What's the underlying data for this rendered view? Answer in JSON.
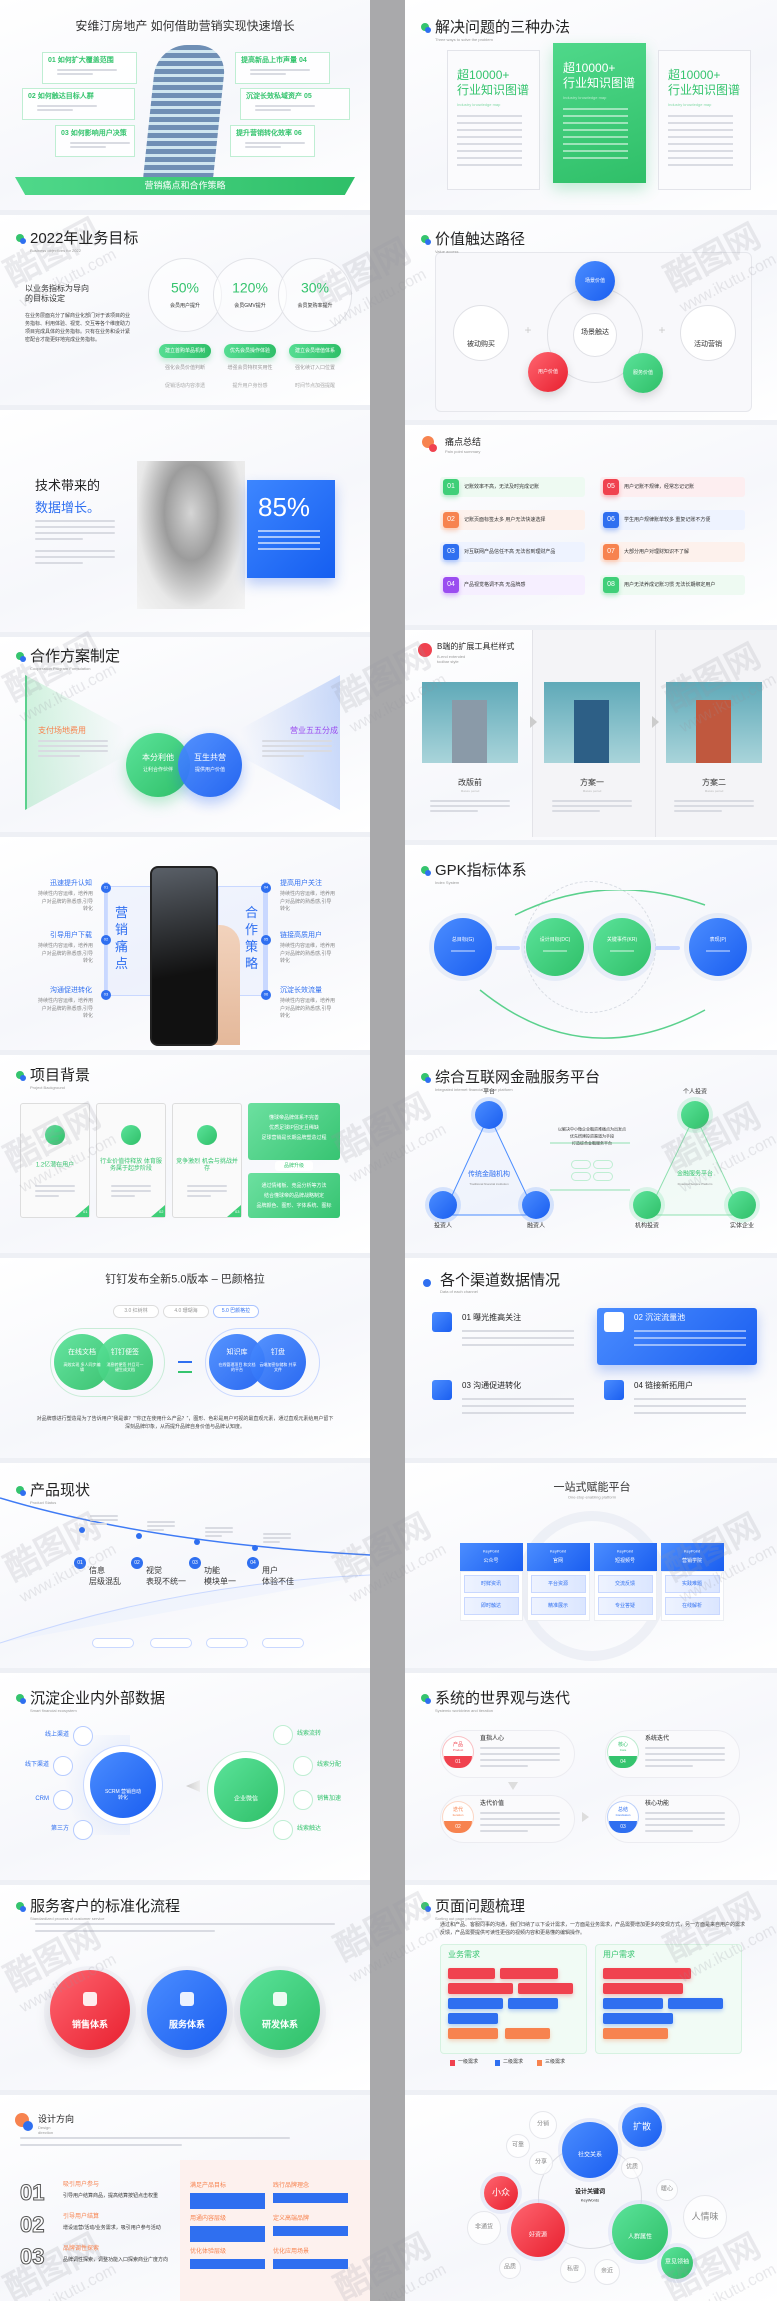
{
  "colors": {
    "green": "#35c46e",
    "blue": "#2f6ff0",
    "red": "#f0424f",
    "orange": "#f7834f",
    "purple": "#9b4df0",
    "divider": "#a9a9ab"
  },
  "watermark": {
    "brand": "酷图网",
    "url": "www.ikutu.com"
  },
  "s1": {
    "title": "安维汀房地产 如何借助营销实现快速增长",
    "items": [
      "01 如何扩大覆盖范围",
      "02 如何触达目标人群",
      "03 如何影响用户决策",
      "提高新品上市声量 04",
      "沉淀长效私域资产 05",
      "提升营销转化效率 06"
    ],
    "banner": "营销痛点和合作策略"
  },
  "s2": {
    "title": "2022年业务目标",
    "subtitle": "Business objectives for 2022",
    "lead": "以业务指标为导向的目标设定",
    "paragraph": "在业务层面充分了解商业化部门对于该项目的业务指标、利用体验、视觉、交互等各个维度助力项目完成具体的业务指标。只有在业务和设计紧密配合才能更好地完成业务指标。",
    "metrics": [
      {
        "value": "50%",
        "label": "会员用户提升",
        "action": "建立首购单品机制",
        "r1": "强化会员价值判断",
        "r2": "促销活动内容渗透"
      },
      {
        "value": "120%",
        "label": "会员GMV提升",
        "action": "优先会员操作体验",
        "r1": "增强会员特权实用性",
        "r2": "提升用户身份感"
      },
      {
        "value": "30%",
        "label": "会员复购率提升",
        "action": "建立会员增值体系",
        "r1": "强化续订入口位置",
        "r2": "时间节点加强提醒"
      }
    ]
  },
  "s3": {
    "title1": "技术带来的",
    "title2": "数据增长。",
    "stat": "85%"
  },
  "s4": {
    "title": "合作方案制定",
    "subtitle": "Cooperation Program Formulation",
    "left": "支付场地费用",
    "right": "营业五五分成",
    "c1": {
      "title": "本分利他",
      "text": "让利合作伙伴"
    },
    "c2": {
      "title": "互生共营",
      "text": "提供用户价值"
    }
  },
  "s5": {
    "left_vertical": "营销痛点",
    "right_vertical": "合作策略",
    "left": [
      "迅速提升认知",
      "引导用户下载",
      "沟通促进转化"
    ],
    "right": [
      "提高用户关注",
      "链接高质用户",
      "沉淀长效流量"
    ],
    "nums": [
      "01",
      "02",
      "03",
      "04",
      "05",
      "06"
    ],
    "desc": "持续性内容运维，培养用户对品牌的熟悉感,引导转化"
  },
  "s6": {
    "title": "项目背景",
    "subtitle": "Project Background",
    "cards": [
      "1.2亿潜在用户",
      "行业价值待释放 体育服务属于起步阶段",
      "竞争激烈 机会与挑战并存"
    ],
    "green_top": [
      "懂球帝品牌体系不完善",
      "优质足球IP固定且稀缺",
      "足球营销是长期品牌塑造过程"
    ],
    "tab": "品牌升级",
    "green_bottom": [
      "通过情绪板、竞品分析等方法",
      "结合懂球帝的品牌战略制定",
      "品牌颜色、图形、字体系统、图标"
    ],
    "nums": [
      "01",
      "02",
      "03"
    ]
  },
  "s7": {
    "title": "钉钉发布全新5.0版本 – 巴颜格拉",
    "tabs": [
      "3.0 红树林",
      "4.0 珊瑚海",
      "5.0 巴颜格拉"
    ],
    "bubbles": [
      {
        "title": "在线文档",
        "text": "高效实现 多人同步编辑"
      },
      {
        "title": "钉钉便签",
        "text": "消息转便签 并且可一键生成文档"
      },
      {
        "title": "知识库",
        "text": "在线管理项目 和文档的平台"
      },
      {
        "title": "钉盘",
        "text": "云端加密存储和 共享文件"
      }
    ],
    "paragraph": "对品牌感进行塑造是为了告诉用户“我是谁？”“你正在使用什么产品？”，图形、色彩是用户可视的最直观元素，通过直观元素给用户留下深刻品牌印象，从而提升品牌自身价值与品牌认知度。"
  },
  "s8": {
    "title": "产品现状",
    "subtitle": "Product Status",
    "items": [
      {
        "n": "01",
        "l1": "信息",
        "l2": "层级混乱"
      },
      {
        "n": "02",
        "l1": "视觉",
        "l2": "表现不统一"
      },
      {
        "n": "03",
        "l1": "功能",
        "l2": "模块单一"
      },
      {
        "n": "04",
        "l1": "用户",
        "l2": "体验不佳"
      }
    ]
  },
  "s9": {
    "title": "沉淀企业内外部数据",
    "subtitle": "Smart financial ecosystem",
    "left_labels": [
      "线上渠道",
      "线下渠道",
      "CRM",
      "第三方"
    ],
    "hub1": "SCRM 营销自动转化",
    "hub2": "企业微信",
    "right_labels": [
      "线索流转",
      "线索分配",
      "销售加速",
      "线索触达"
    ]
  },
  "s10": {
    "title": "服务客户的标准化流程",
    "subtitle": "Standardized process of customer service",
    "circles": [
      "销售体系",
      "服务体系",
      "研发体系"
    ]
  },
  "s11": {
    "title": "设计方向",
    "subtitle": "Design direction",
    "rows": [
      {
        "n": "01",
        "t": "吸引用户参与",
        "d": "引导用户结算商品，提高结算按钮点击权重"
      },
      {
        "n": "02",
        "t": "引导用户结算",
        "d": "增设运营/活动/业务需求，吸引用户参与活动"
      },
      {
        "n": "03",
        "t": "品牌调性探索",
        "d": "品牌调性探索，调整功能入口探索商业广度方向"
      }
    ],
    "panel": [
      "满足产品目标",
      "践行品牌理念",
      "用通内容层级",
      "定义高端品牌",
      "优化体验层级",
      "优化应用场景"
    ]
  },
  "r1": {
    "title": "解决问题的三种办法",
    "subtitle": "Three ways to solve the problem",
    "card_l1": "超10000+",
    "card_l2": "行业知识图谱",
    "card_sub": "Industry knowledge map"
  },
  "r2": {
    "title": "价值触达路径",
    "subtitle": "Value access",
    "nodes": [
      "场景价值",
      "用户价值",
      "服务价值",
      "场景触达",
      "被动购买",
      "活动营销"
    ],
    "plus": "+"
  },
  "r3": {
    "title": "痛点总结",
    "subtitle": "Pain point summary",
    "items": [
      {
        "n": "01",
        "t": "记账效率不高，无法及时完成记账"
      },
      {
        "n": "02",
        "t": "记账页面标签太多 用户无法快速选择"
      },
      {
        "n": "03",
        "t": "对互联网产品信任不高 无法省到理财产品"
      },
      {
        "n": "04",
        "t": "产品视觉格调不高 无品牌感"
      },
      {
        "n": "05",
        "t": "用户记账不规律，经常忘记记账"
      },
      {
        "n": "06",
        "t": "学生用户规律账单较多 重复记账不方便"
      },
      {
        "n": "07",
        "t": "大部分用户对理财知识不了解"
      },
      {
        "n": "08",
        "t": "用户无法养成记账习惯 无法长期绑定用户"
      }
    ]
  },
  "r4": {
    "title": "B端的扩展工具栏样式",
    "subtitle": "B-end extended toolbar style",
    "captions": [
      "改版前",
      "方案一",
      "方案二"
    ],
    "caption_sub": "Mature period"
  },
  "r5": {
    "title": "GPK指标体系",
    "subtitle": "Index System",
    "nodes": [
      "总目标(G)",
      "设计目标(DC)",
      "关键事件(KR)",
      "表现(P)"
    ]
  },
  "r6": {
    "title": "综合互联网金融服务平台",
    "subtitle": "Integrated internet financial service platform",
    "left": {
      "top": "平台",
      "bl": "投资人",
      "br": "融资人",
      "center": "传统金融机构",
      "center_en": "Traditional financial institution"
    },
    "middle": [
      "以解决中小微企业融资难痛点为出发点",
      "优先搭建投资渠道为手段",
      "打造综合金融服务平台"
    ],
    "right": {
      "top": "个人投资",
      "bl": "机构投资",
      "br": "实体企业",
      "center": "金融服务平台",
      "center_en": "Financial Service Platform"
    }
  },
  "r7": {
    "title": "各个渠道数据情况",
    "subtitle": "Data of each channel",
    "items": [
      "01 曝光推高关注",
      "02 沉淀流量池",
      "03 沟通促进转化",
      "04 链接新拓用户"
    ]
  },
  "r8": {
    "title": "一站式赋能平台",
    "subtitle": "One-stop enabling platform",
    "brand": "KeyPoint",
    "columns": [
      {
        "h": "公众号",
        "c": [
          "时鲜资讯",
          "即时触达"
        ]
      },
      {
        "h": "官网",
        "c": [
          "平台资源",
          "精准展示"
        ]
      },
      {
        "h": "短视频号",
        "c": [
          "交流反馈",
          "专业答疑"
        ]
      },
      {
        "h": "营销学院",
        "c": [
          "实践难题",
          "在线解析"
        ]
      }
    ]
  },
  "r9": {
    "title": "系统的世界观与迭代",
    "subtitle": "Systemic worldview and iteration",
    "cards": [
      {
        "badge": "产品",
        "en": "Product",
        "n": "01",
        "t": "直指人心"
      },
      {
        "badge": "核心",
        "en": "Core",
        "n": "04",
        "t": "系统迭代"
      },
      {
        "badge": "迭代",
        "en": "Iteration",
        "n": "02",
        "t": "迭代价值"
      },
      {
        "badge": "总结",
        "en": "Conclusion",
        "n": "03",
        "t": "核心功能"
      }
    ]
  },
  "r10": {
    "title": "页面问题梳理",
    "subtitle": "Sorting out page problems",
    "paragraph": "通过和产品、客服同事的沟通，我们归纳了以下设计需求，一方面是业务需求，产品需要增加更多的变现方式，另一方面是来自用户的需求反馈，产品需要提供可读性更强的视频内容和更易懂的编辑操作。",
    "panels": [
      "业务需求",
      "用户需求"
    ],
    "legend": [
      "一级需求",
      "二级需求",
      "三级需求"
    ]
  },
  "r11": {
    "center": "设计关键词",
    "center_en": "KeyWords",
    "main": [
      "社交关系",
      "扩散",
      "小众",
      "好资源",
      "人群属性",
      "意见领袖"
    ],
    "minor": [
      "分销",
      "可靠",
      "分享",
      "优质",
      "暖心",
      "人情味",
      "非通货",
      "私密",
      "亲近",
      "品质"
    ]
  }
}
